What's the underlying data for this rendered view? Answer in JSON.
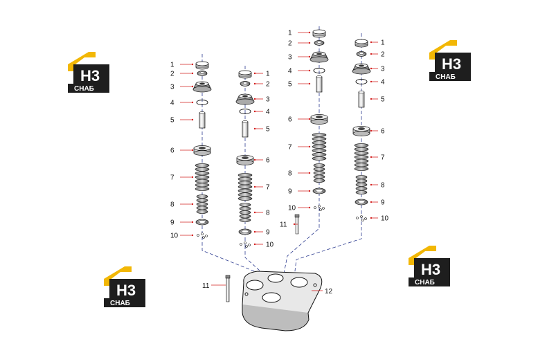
{
  "logo": {
    "mark": "H3",
    "caption": "СНАБ",
    "colors": {
      "roof": "#f2b705",
      "box": "#1e1e1e",
      "text": "#ffffff"
    }
  },
  "diagram": {
    "line_color": "#2b3a8f",
    "leader_color": "#d3201f",
    "part_stroke": "#111111",
    "assemblies": [
      {
        "id": "A",
        "labels": [
          "1",
          "2",
          "3",
          "4",
          "5",
          "6",
          "7",
          "8",
          "9",
          "10"
        ]
      },
      {
        "id": "B",
        "labels": [
          "1",
          "2",
          "3",
          "4",
          "5",
          "6",
          "7",
          "8",
          "9",
          "10"
        ]
      },
      {
        "id": "C",
        "labels": [
          "1",
          "2",
          "3",
          "4",
          "5",
          "6",
          "7",
          "8",
          "9",
          "10",
          "11"
        ]
      },
      {
        "id": "D",
        "labels": [
          "1",
          "2",
          "3",
          "4",
          "5",
          "6",
          "7",
          "8",
          "9",
          "10"
        ]
      }
    ],
    "base": {
      "bolt_label": "11",
      "body_label": "12"
    }
  }
}
